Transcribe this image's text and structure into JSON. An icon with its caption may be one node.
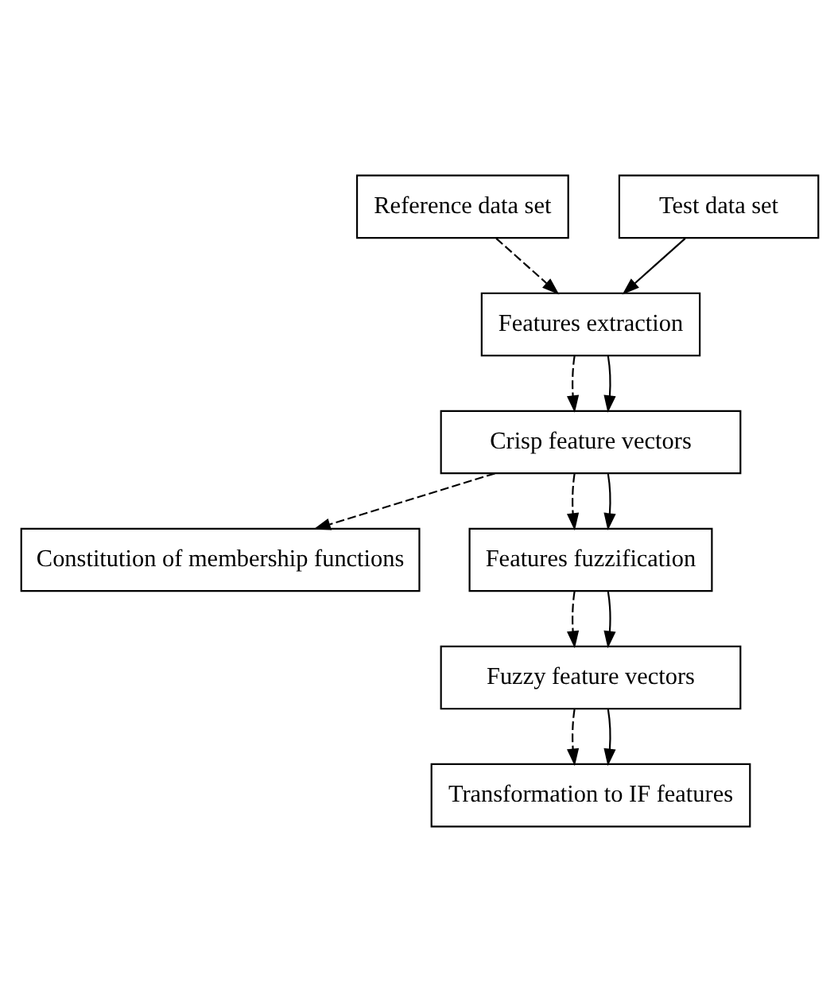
{
  "diagram": {
    "nodes": [
      {
        "text": [
          "Reference data set"
        ]
      },
      {
        "text": [
          "Test data set"
        ]
      },
      {
        "text": [
          "Features extraction"
        ]
      },
      {
        "text": [
          "Crisp feature vectors"
        ]
      },
      {
        "text": [
          "Constitution of membership functions"
        ]
      },
      {
        "text": [
          "Features fuzzification"
        ]
      },
      {
        "text": [
          "Fuzzy feature vectors"
        ]
      },
      {
        "text": [
          "Transformation to IF features"
        ]
      }
    ],
    "edges": [
      {
        "from": 0,
        "to": 2,
        "arrow": "to",
        "style": "dashed"
      },
      {
        "from": 1,
        "to": 2,
        "arrow": "to"
      },
      {
        "from": 2,
        "to": 3,
        "arrow": "to",
        "style": "dashed"
      },
      {
        "from": 2,
        "to": 3,
        "arrow": "to"
      },
      {
        "from": 3,
        "to": 4,
        "arrow": "to",
        "style": "dashed"
      },
      {
        "from": 3,
        "to": 5,
        "arrow": "to",
        "style": "dashed"
      },
      {
        "from": 3,
        "to": 5,
        "arrow": "to"
      },
      {
        "from": 5,
        "to": 6,
        "arrow": "to",
        "style": "dashed"
      },
      {
        "from": 5,
        "to": 6,
        "arrow": "to"
      },
      {
        "from": 6,
        "to": 7,
        "arrow": "to",
        "style": "dashed"
      },
      {
        "from": 6,
        "to": 7,
        "arrow": "to"
      }
    ]
  }
}
